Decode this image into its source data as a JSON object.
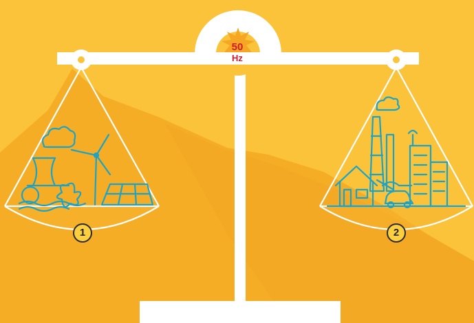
{
  "frequency": {
    "value": "50",
    "unit": "Hz"
  },
  "pans": [
    {
      "number": "1",
      "icons": [
        "nuclear-plant-icon",
        "cloud-icon",
        "hydro-turbine-icon",
        "wind-turbine-icon",
        "solar-panel-icon"
      ]
    },
    {
      "number": "2",
      "icons": [
        "house-icon",
        "factory-icon",
        "smoke-cloud-icon",
        "office-building-icon",
        "electric-car-icon",
        "antenna-icon"
      ]
    }
  ],
  "colors": {
    "background": "#fbc33a",
    "shadow": "#f5b02a",
    "scale": "#ffffff",
    "icon_line": "#1aa3c8",
    "frequency_text": "#d8162f"
  }
}
